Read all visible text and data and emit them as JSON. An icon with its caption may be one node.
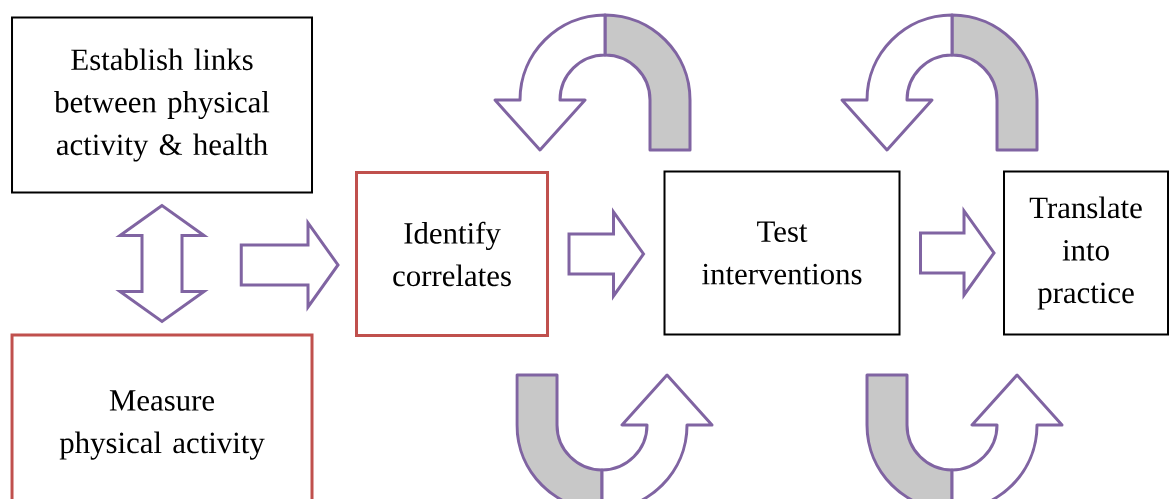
{
  "diagram": {
    "nodes": [
      {
        "text": [
          "Establish links between physical activity & health"
        ]
      },
      {
        "text": [
          "Measure physical activity"
        ]
      },
      {
        "text": [
          "Identify correlates"
        ]
      },
      {
        "text": [
          "Test interventions"
        ]
      },
      {
        "text": [
          "Translate into practice"
        ]
      }
    ],
    "edges": [
      {
        "from": 0,
        "to": 1,
        "arrow": "both"
      },
      {
        "from": 0,
        "to": 2,
        "arrow": "to"
      },
      {
        "from": 1,
        "to": 2,
        "arrow": "to"
      },
      {
        "from": 2,
        "to": 3,
        "arrow": "to"
      },
      {
        "from": 3,
        "to": 4,
        "arrow": "to"
      }
    ]
  }
}
